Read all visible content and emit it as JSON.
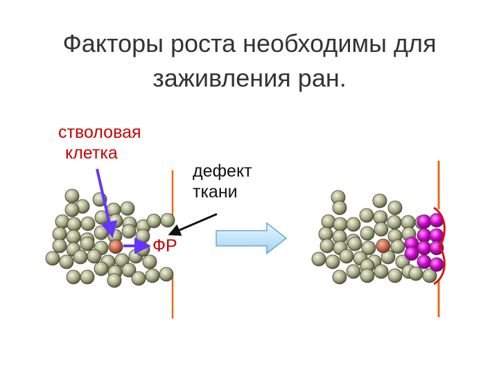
{
  "title": {
    "line1": "Факторы роста необходимы для",
    "line2": "заживления ран."
  },
  "labels": {
    "stem_cell_line1": "стволовая",
    "stem_cell_line2": "клетка",
    "defect_line1": "дефект",
    "defect_line2": "ткани",
    "growth_factor": "ФР"
  },
  "colors": {
    "cell": "#a9ad88",
    "stem_cell": "#c8684a",
    "new_cell": "#cc00cc",
    "tissue_edge": "#e86a10",
    "arrow_blue": "#6633ff",
    "process_arrow": "#bfe3f8",
    "label_red": "#cc0000"
  }
}
